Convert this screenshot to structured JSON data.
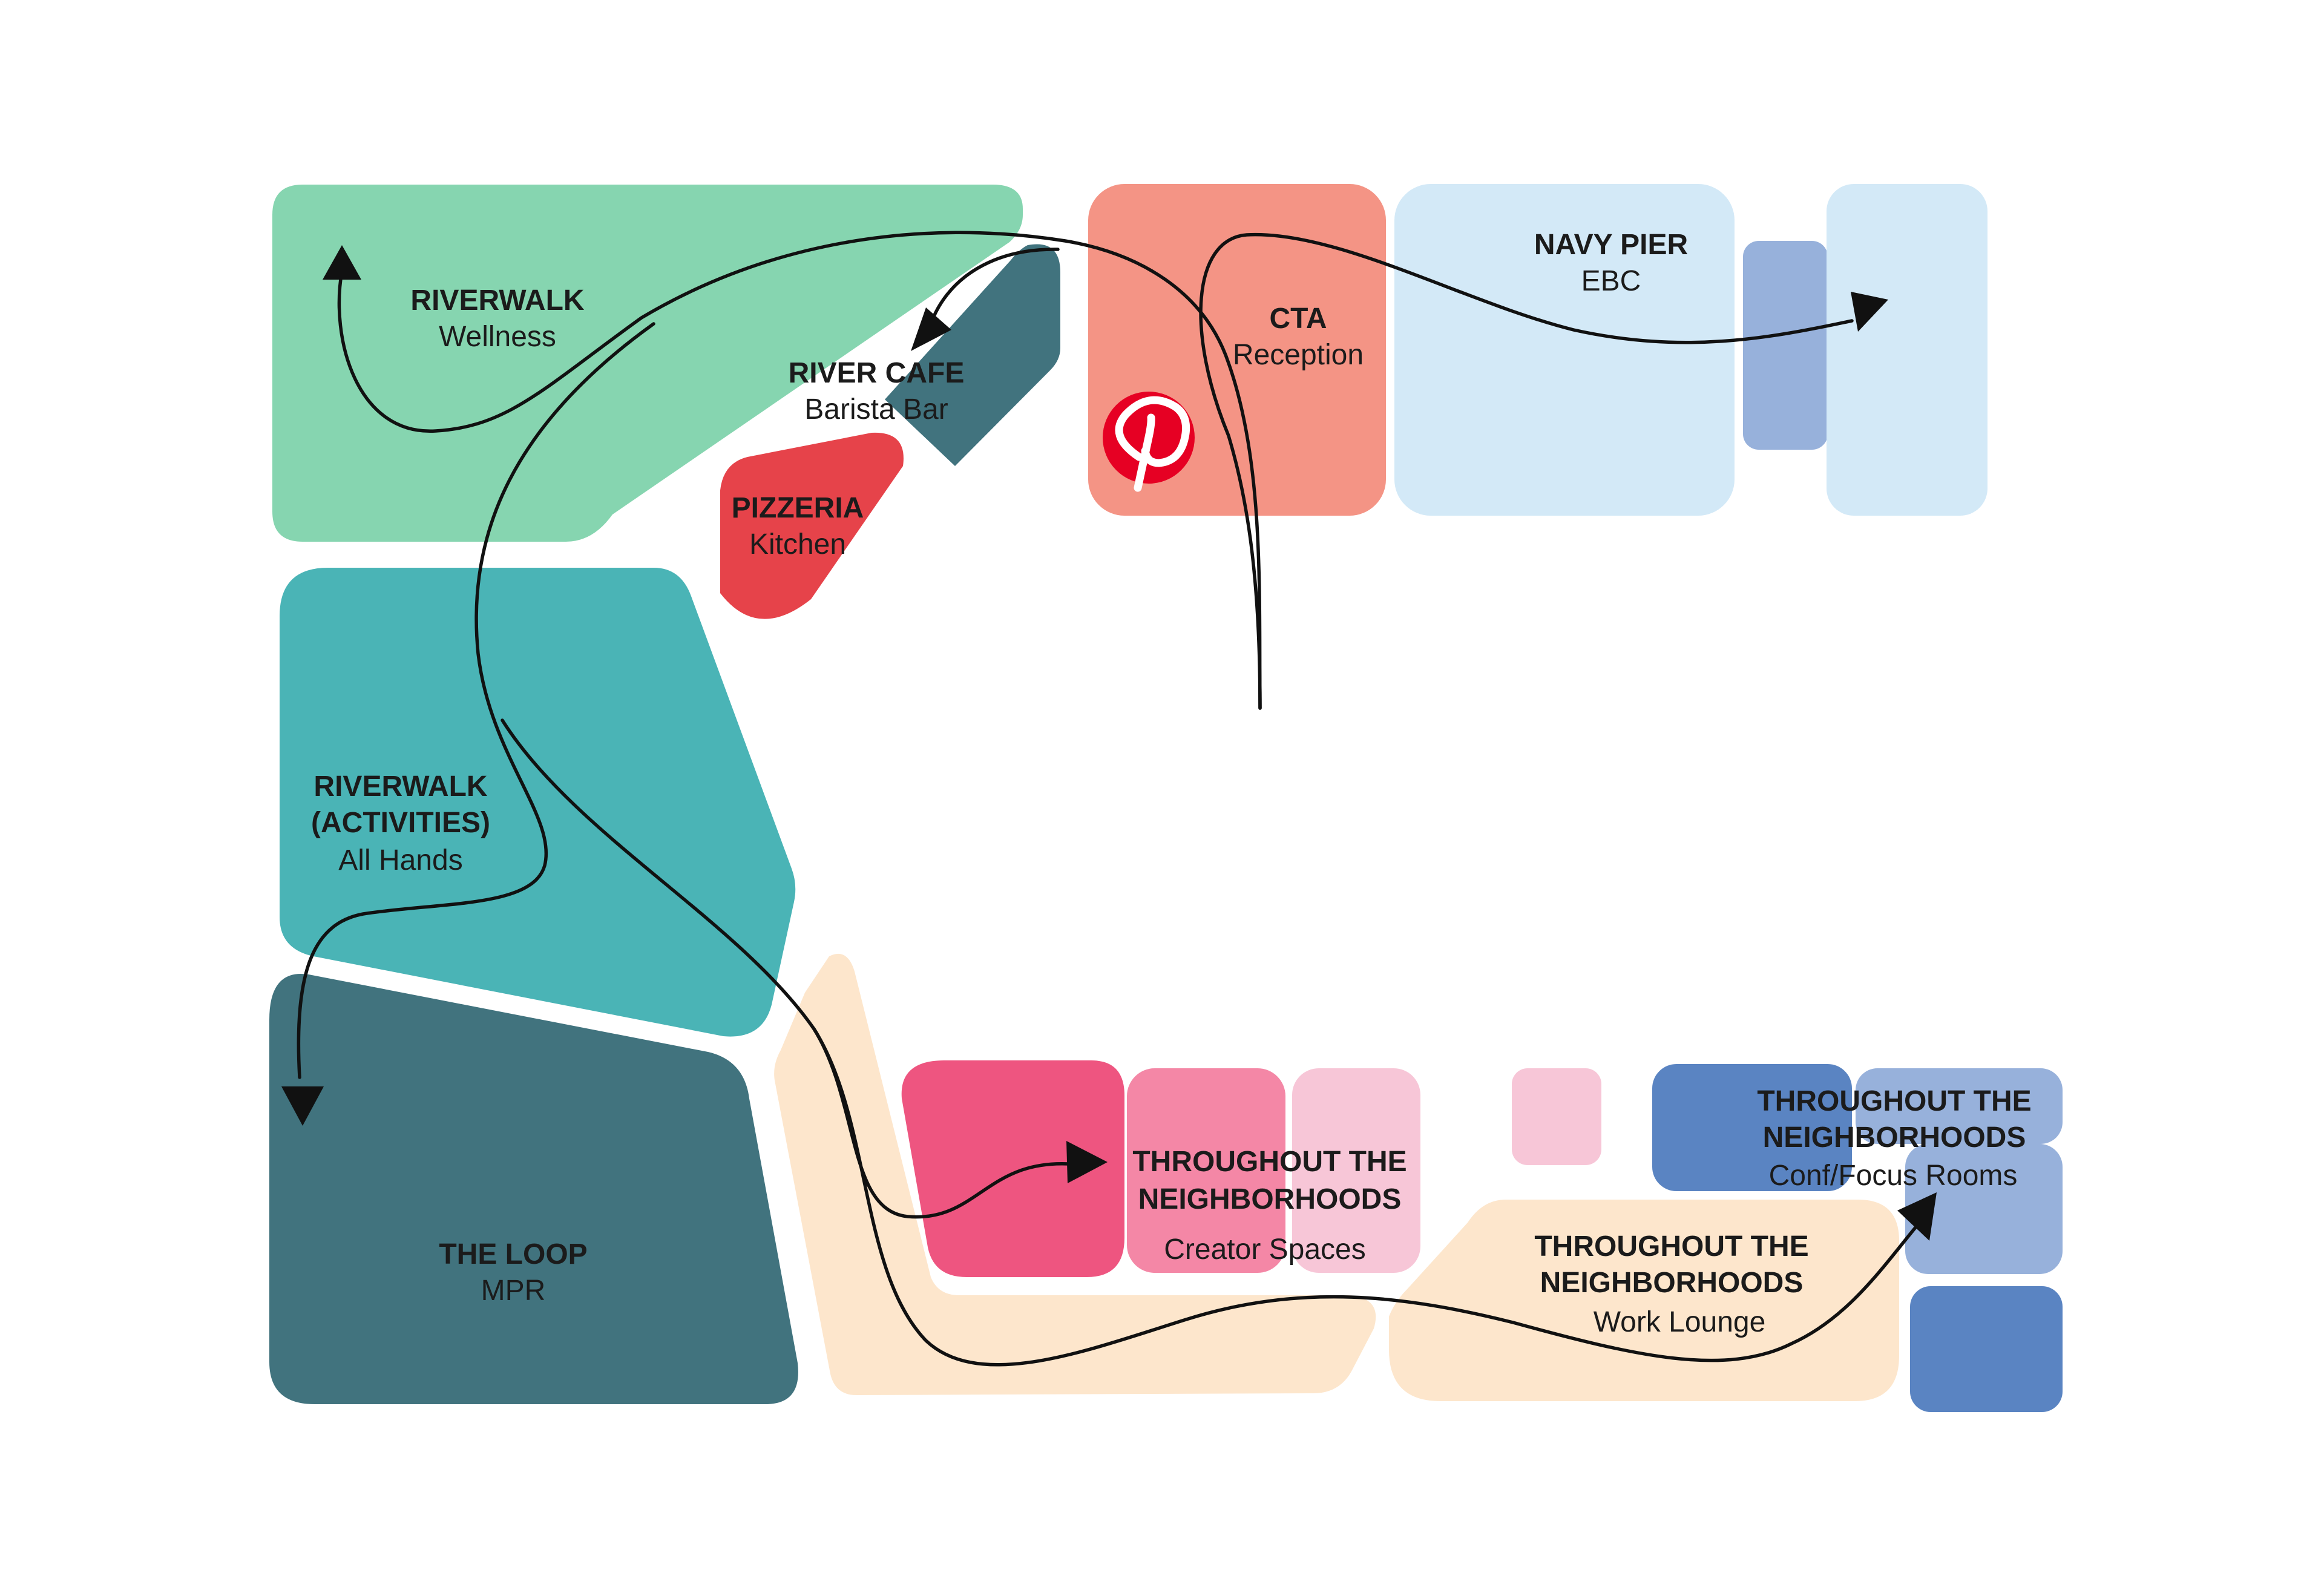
{
  "colors": {
    "riverwalk_wellness": "#86d5b0",
    "riverwalk_activities": "#4ab4b6",
    "the_loop": "#41737e",
    "river_cafe": "#41737e",
    "pizzeria": "#e6434a",
    "cta": "#f49485",
    "navy_pier": "#d3e9f7",
    "navy_pier_divider": "#97b1db",
    "creator_primary": "#ee5580",
    "creator_secondary": "#f487a6",
    "creator_light": "#f7c6d7",
    "work_lounge": "#fde6cc",
    "conf_dark": "#5a84c2",
    "conf_light": "#97b1db",
    "pinterest_red": "#e60023",
    "flow_line": "#111111"
  },
  "zones": {
    "riverwalk_wellness": {
      "title": "RIVERWALK",
      "subtitle": "Wellness"
    },
    "river_cafe": {
      "title": "RIVER CAFE",
      "subtitle": "Barista Bar"
    },
    "pizzeria": {
      "title": "PIZZERIA",
      "subtitle": "Kitchen"
    },
    "cta": {
      "title": "CTA",
      "subtitle": "Reception",
      "logo": "pinterest-logo-icon"
    },
    "navy_pier": {
      "title": "NAVY PIER",
      "subtitle": "EBC"
    },
    "riverwalk_activities": {
      "title_line1": "RIVERWALK",
      "title_line2": "(ACTIVITIES)",
      "subtitle": "All Hands"
    },
    "the_loop": {
      "title": "THE LOOP",
      "subtitle": "MPR"
    },
    "creator_spaces": {
      "title_line1": "THROUGHOUT THE",
      "title_line2": "NEIGHBORHOODS",
      "subtitle": "Creator Spaces"
    },
    "conf_focus": {
      "title_line1": "THROUGHOUT THE",
      "title_line2": "NEIGHBORHOODS",
      "subtitle": "Conf/Focus Rooms"
    },
    "work_lounge": {
      "title_line1": "THROUGHOUT THE",
      "title_line2": "NEIGHBORHOODS",
      "subtitle": "Work Lounge"
    }
  }
}
